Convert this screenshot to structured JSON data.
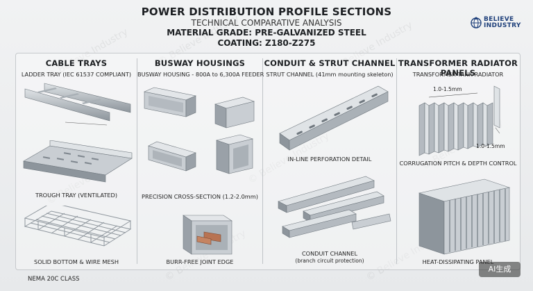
{
  "header": {
    "title": "POWER DISTRIBUTION PROFILE SECTIONS",
    "subtitle": "TECHNICAL COMPARATIVE ANALYSIS",
    "material": "MATERIAL GRADE: PRE-GALVANIZED STEEL",
    "coating": "COATING: Z180-Z275"
  },
  "logo": {
    "line1": "BELIEVE",
    "line2": "INDUSTRY"
  },
  "columns": [
    {
      "title": "CABLE TRAYS",
      "items": [
        "LADDER TRAY (IEC 61537 COMPLIANT)",
        "TROUGH TRAY (VENTILATED)",
        "SOLID BOTTOM & WIRE MESH"
      ],
      "footer": "NEMA 20C CLASS"
    },
    {
      "title": "BUSWAY HOUSINGS",
      "items": [
        "BUSWAY HOUSING - 800A to 6,300A FEEDER",
        "PRECISION CROSS-SECTION (1.2-2.0mm)",
        "BURR-FREE JOINT EDGE"
      ]
    },
    {
      "title": "CONDUIT & STRUT CHANNEL",
      "items": [
        "STRUT CHANNEL (41mm mounting skeleton)",
        "IN-LINE PERFORATION DETAIL",
        "CONDUIT CHANNEL",
        "(branch circuit protection)"
      ]
    },
    {
      "title": "TRANSFORMER RADIATOR PANELS",
      "items": [
        "TRANSFORMER TANK RADIATOR",
        "CORRUGATION PITCH & DEPTH CONTROL",
        "HEAT-DISSIPATING PANEL"
      ],
      "dims": [
        "1.0-1.5mm",
        "1.0-1.5mm"
      ]
    }
  ],
  "badge": "AI生成",
  "watermark": "© Believe Industry",
  "colors": {
    "steel": "#b9bfc5",
    "steel_dark": "#7e868e",
    "brand": "#1d3f7a",
    "copper": "#b87352"
  }
}
